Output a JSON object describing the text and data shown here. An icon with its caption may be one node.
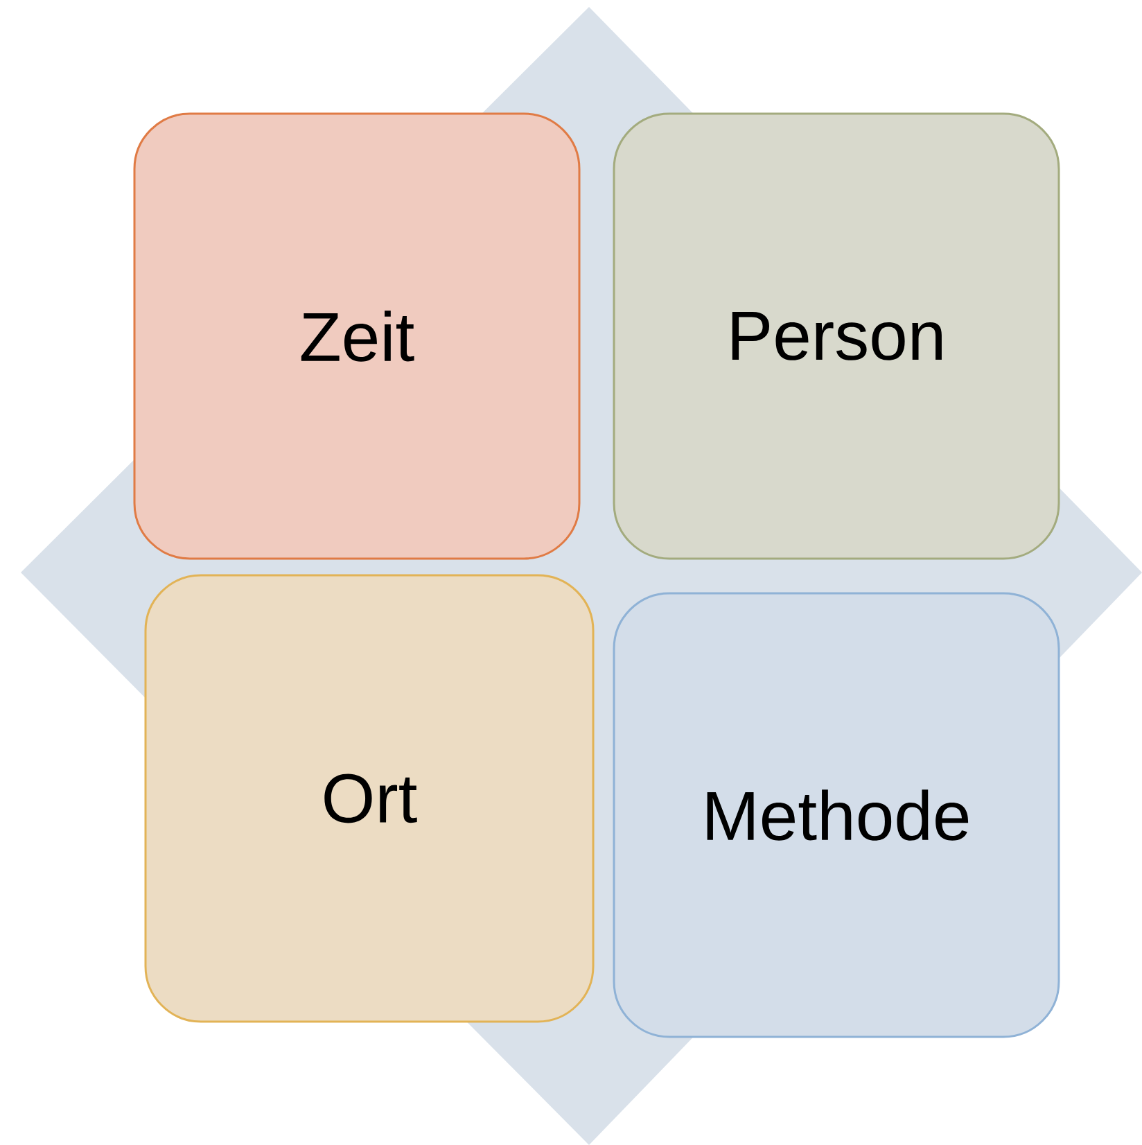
{
  "diagram": {
    "nodes": [
      {
        "text": [
          "Zeit"
        ]
      },
      {
        "text": [
          "Person"
        ]
      },
      {
        "text": [
          "Ort"
        ]
      },
      {
        "text": [
          "Methode"
        ]
      }
    ]
  }
}
